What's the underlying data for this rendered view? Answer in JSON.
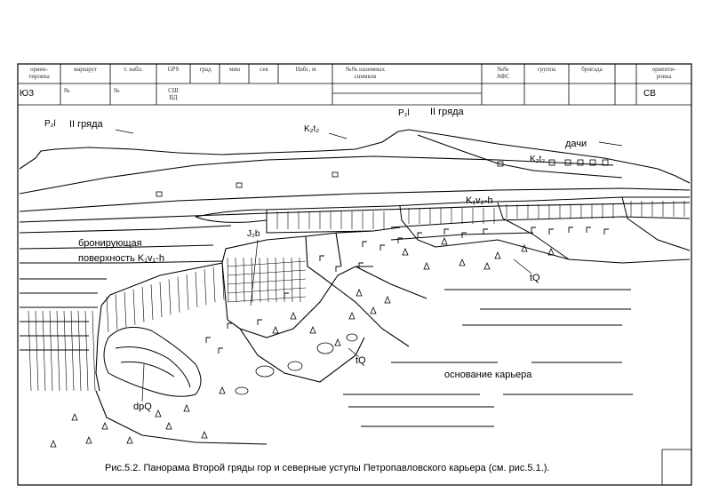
{
  "header": {
    "cells": [
      {
        "id": "orient-left",
        "text": "ориен-\nтировка"
      },
      {
        "id": "route",
        "text": "маршрут"
      },
      {
        "id": "obs-point",
        "text": "т. набл."
      },
      {
        "id": "gps",
        "text": "GPS"
      },
      {
        "id": "deg",
        "text": "град"
      },
      {
        "id": "min",
        "text": "мин"
      },
      {
        "id": "sec",
        "text": "сек"
      },
      {
        "id": "elev",
        "text": "Hабс, м"
      },
      {
        "id": "ground-photos",
        "text": "№№ наземных\nснимков"
      },
      {
        "id": "afs",
        "text": "№№\nАФС"
      },
      {
        "id": "group",
        "text": "группа"
      },
      {
        "id": "brigade",
        "text": "бригада"
      },
      {
        "id": "orient-right",
        "text": "ориенти-\nровка"
      }
    ],
    "route_no": "№",
    "point_no": "№",
    "gps_sub": "СШ\nВД",
    "dir_left": "ЮЗ",
    "dir_right": "СВ"
  },
  "labels": {
    "p2l_left": "P₂l",
    "ridge_left": "II гряда",
    "k2t2_top": "K₂t₂",
    "p2l_right": "P₂l",
    "ridge_right": "II гряда",
    "dachi": "дачи",
    "k2t2_right": "K₂t₂",
    "k1v2h": "K₁v₂-h",
    "armor1": "бронирующая",
    "armor2": "поверхность K₁v₁-h",
    "j2b": "J₂b",
    "tq1": "tQ",
    "tq2": "tQ",
    "quarry_base": "основание карьера",
    "dpq": "dpQ"
  },
  "caption": "Рис.5.2. Панорама Второй гряды гор и северные уступы Петропавловского карьера (см. рис.5.1.)."
}
